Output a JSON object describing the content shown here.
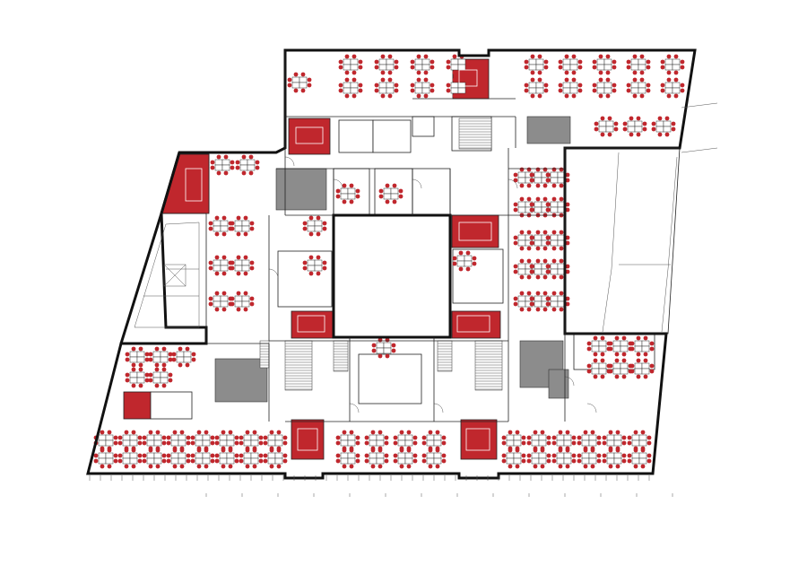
{
  "diagram": {
    "type": "architectural floor plan",
    "colors": {
      "accent_red": "#c0272d",
      "wet_core_gray": "#8c8c8c",
      "wall": "#111111",
      "background": "#ffffff"
    },
    "legend_items": [
      "meeting-room-red",
      "wet-core-gray",
      "workstation-cluster",
      "stair-core",
      "courtyard"
    ],
    "icons": [
      "chair-icon",
      "desk-icon",
      "stair-icon",
      "door-swing-icon",
      "skylight-icon"
    ]
  }
}
